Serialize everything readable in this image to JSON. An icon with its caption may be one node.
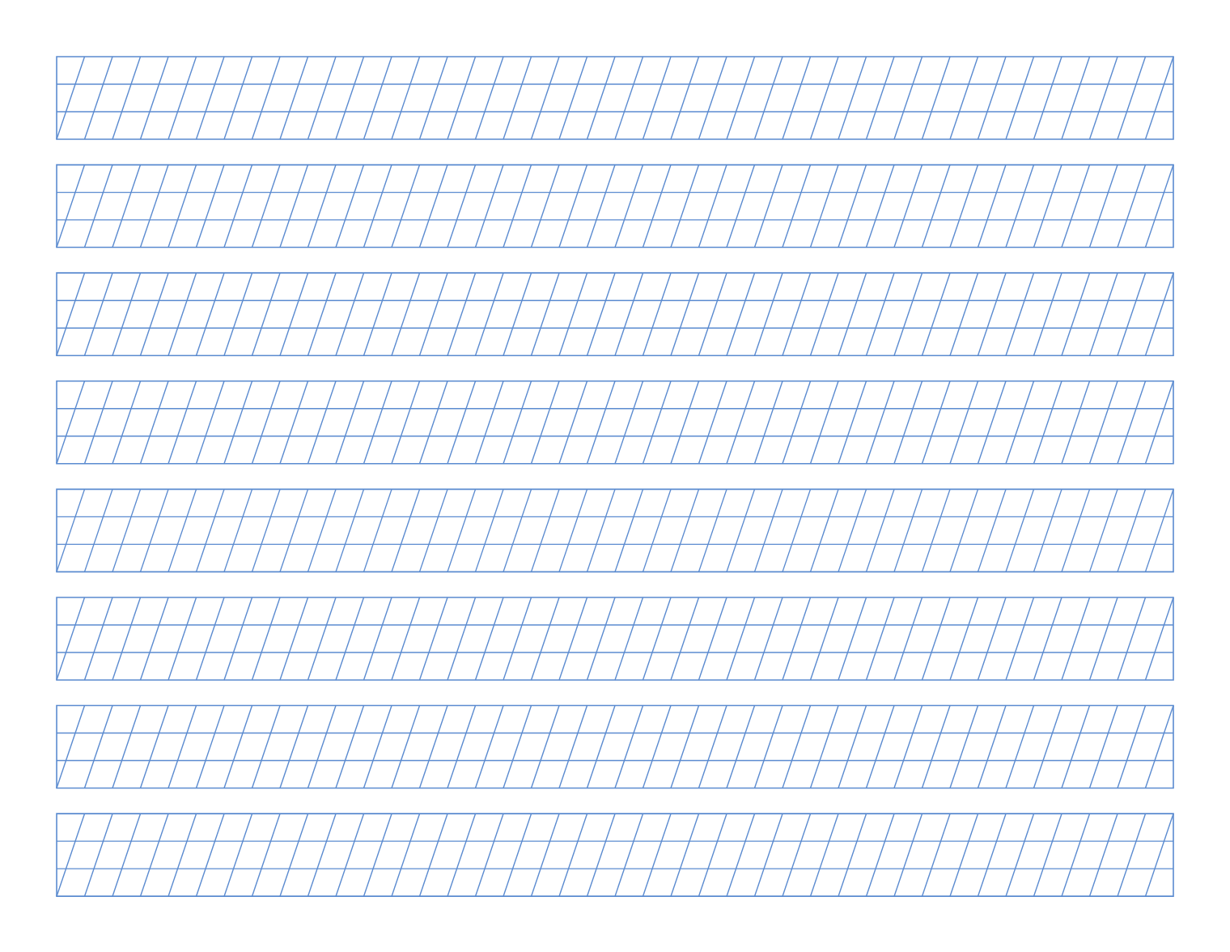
{
  "diagram": {
    "nodes": [
      {
        "text": [],
        "shape": "band"
      },
      {
        "text": [],
        "shape": "band"
      },
      {
        "text": [],
        "shape": "band"
      },
      {
        "text": [],
        "shape": "band"
      },
      {
        "text": [],
        "shape": "band"
      },
      {
        "text": [],
        "shape": "band"
      },
      {
        "text": [],
        "shape": "band"
      },
      {
        "text": [],
        "shape": "band"
      }
    ]
  }
}
